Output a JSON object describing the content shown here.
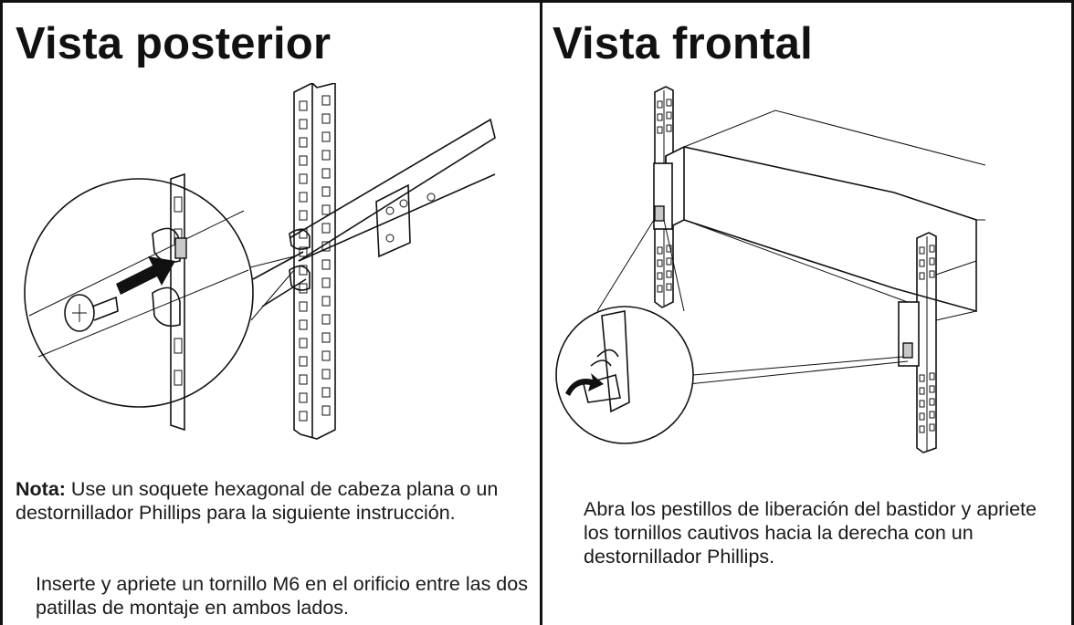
{
  "left": {
    "title": "Vista posterior",
    "note_label": "Nota:",
    "note_text": "Use un soquete hexagonal de cabeza plana o un destornillador Phillips para la siguiente instrucción.",
    "instruction": "Inserte y apriete un tornillo M6 en el orificio entre las dos patillas de montaje en ambos lados."
  },
  "right": {
    "title": "Vista frontal",
    "instruction": "Abra los pestillos de liberación del bastidor y apriete los tornillos cautivos hacia la derecha con un destornillador Phillips."
  },
  "colors": {
    "ink": "#111111",
    "arrow": "#111111",
    "accent_gray": "#c8c8c8"
  }
}
